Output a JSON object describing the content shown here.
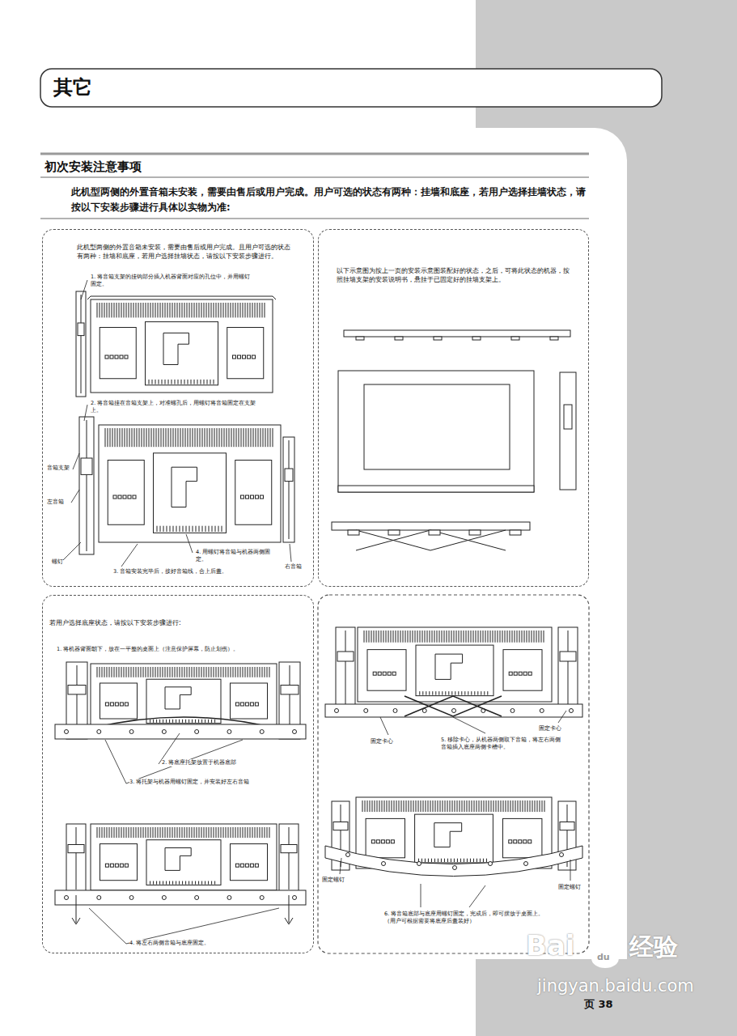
{
  "diagram": {
    "title": "其它",
    "nodes": [
      {
        "text": [
          "此机型两侧的外置音箱未安装，需要由售后或用户完成。且用户可选的状态有两种：挂墙和底座，若用户选择挂墙状态，请按以下安装步骤进行。"
        ]
      },
      {
        "text": [
          "以下示意图为按上一页的安装示意图装配好的状态，之后，可将此状态的机器，按照挂墙支架的安装说明书，悬挂于已固定好的挂墙支架上。"
        ]
      },
      {
        "text": [
          "若用户选择底座状态，请按以下安装步骤进行:"
        ]
      }
    ],
    "labels": [
      "初次安装注意事项",
      "此机型两侧的外置音箱未安装，需要由售后或用户完成。用户可选的状态有两种：挂墙和底座，若用户选择挂墙状态，请按以下安装步骤进行具体以实物为准:",
      "1. 将音箱支架的挂钩部分插入机器背面对应的孔位中，并用螺钉固定。",
      "2. 将音箱挂在音箱支架上，对准螺孔后，用螺钉将音箱固定在支架上。",
      "音箱支架",
      "左音箱",
      "右音箱",
      "螺钉",
      "3. 音箱安装完毕后，接好音箱线，合上后盖。",
      "4. 用螺钉将音箱与机器两侧固定。",
      "1. 将机器背面朝下，放在一平整的桌面上（注意保护屏幕，防止划伤）。",
      "2. 将底座托架放置于机器底部",
      "3. 将托架与机器用螺钉固定，并安装好左右音箱",
      "4. 将左右两侧音箱与底座固定。",
      "固定卡心",
      "5. 移除卡心，从机器两侧取下音箱，将左右两侧音箱插入底座两侧卡槽中。",
      "固定卡心",
      "固定螺钉",
      "固定螺钉",
      "6. 将音箱底部与底座用螺钉固定，完成后，即可摆放于桌面上。（用户可根据需要将底座后盖装好）",
      "页 38",
      "Bai",
      "du",
      "经验",
      "jingyan.baidu.com"
    ]
  }
}
